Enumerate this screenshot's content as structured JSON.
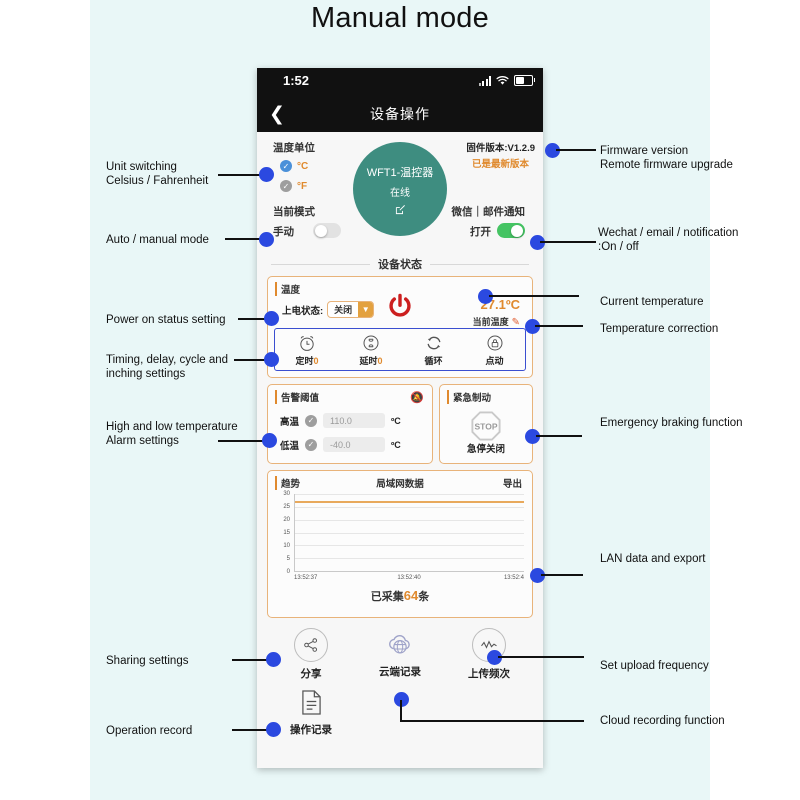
{
  "page": {
    "title": "Manual mode"
  },
  "phone": {
    "status_bar": {
      "time": "1:52",
      "signal_icon": "signal-bars-icon",
      "wifi_icon": "wifi-icon",
      "battery_icon": "battery-icon"
    },
    "nav": {
      "back_icon": "chevron-left-icon",
      "title": "设备操作"
    },
    "top": {
      "unit_label": "温度单位",
      "unit_options": [
        {
          "label": "°C",
          "selected": true
        },
        {
          "label": "°F",
          "selected": false
        }
      ],
      "mode_label": "当前模式",
      "mode_value": "手动",
      "mode_switch_state": "off",
      "firmware_label": "固件版本:V1.2.9",
      "firmware_status": "已是最新版本",
      "notify_label": "微信｜邮件通知",
      "notify_value": "打开",
      "notify_switch_state": "on",
      "device_name": "WFT1-温控器",
      "device_state": "在线",
      "device_edit_icon": "edit-square-icon"
    },
    "divider_label": "设备状态",
    "temperature_card": {
      "title": "温度",
      "power_state_label": "上电状态:",
      "power_state_value": "关闭",
      "power_icon": "power-button-icon",
      "current_temp": "27.1ºC",
      "current_temp_label": "当前温度",
      "correction_icon": "pencil-icon",
      "functions": [
        {
          "icon": "alarm-clock-icon",
          "label": "定时",
          "count": "0"
        },
        {
          "icon": "hourglass-icon",
          "label": "延时",
          "count": "0"
        },
        {
          "icon": "cycle-refresh-icon",
          "label": "循环",
          "count": ""
        },
        {
          "icon": "lock-icon",
          "label": "点动",
          "count": ""
        }
      ]
    },
    "alarm_card": {
      "title": "告警阈值",
      "mute_icon": "bell-muted-icon",
      "rows": [
        {
          "label": "高温",
          "checked": true,
          "value": "110.0",
          "unit": "ºC"
        },
        {
          "label": "低温",
          "checked": true,
          "value": "-40.0",
          "unit": "ºC"
        }
      ]
    },
    "brake_card": {
      "title": "紧急制动",
      "icon": "stop-sign-icon",
      "icon_text": "STOP",
      "label": "急停关闭"
    },
    "chart_card": {
      "title": "趋势",
      "center_label": "局域网数据",
      "export_label": "导出",
      "collected_prefix": "已采集",
      "collected_count": "64",
      "collected_suffix": "条"
    },
    "bottom_icons": [
      {
        "icon": "share-icon",
        "label": "分享"
      },
      {
        "icon": "cloud-globe-icon",
        "label": "云端记录"
      },
      {
        "icon": "waveform-icon",
        "label": "上传频次"
      },
      {
        "icon": "document-icon",
        "label": "操作记录"
      }
    ]
  },
  "chart_data": {
    "type": "line",
    "title": "局域网数据",
    "xlabel": "",
    "ylabel": "",
    "ylim": [
      0,
      30
    ],
    "yticks": [
      0,
      5,
      10,
      15,
      20,
      25,
      30
    ],
    "xticks": [
      "13:52:37",
      "13:52:40",
      "13:52:4"
    ],
    "grid": true,
    "legend": "none",
    "series": [
      {
        "name": "温度",
        "color": "#e8a95c",
        "x": [
          "13:52:37",
          "13:52:40",
          "13:52:4"
        ],
        "values": [
          27.1,
          27.1,
          27.1
        ]
      }
    ]
  },
  "annotations": {
    "left": [
      {
        "id": "unit-switching",
        "text": "Unit switching\nCelsius / Fahrenheit"
      },
      {
        "id": "auto-manual-mode",
        "text": "Auto / manual mode"
      },
      {
        "id": "power-on-status",
        "text": "Power on status setting"
      },
      {
        "id": "timing-delay",
        "text": "Timing, delay, cycle and\ninching settings"
      },
      {
        "id": "alarm-settings",
        "text": "High and low temperature\nAlarm settings"
      },
      {
        "id": "sharing-settings",
        "text": "Sharing settings"
      },
      {
        "id": "operation-record",
        "text": "Operation record"
      }
    ],
    "right": [
      {
        "id": "firmware",
        "text": "Firmware version\nRemote firmware upgrade"
      },
      {
        "id": "wechat",
        "text": "Wechat / email / notification\n:On / off"
      },
      {
        "id": "current-temperature",
        "text": "Current temperature"
      },
      {
        "id": "temperature-correction",
        "text": "Temperature correction"
      },
      {
        "id": "emergency-braking",
        "text": "Emergency braking function"
      },
      {
        "id": "lan-data-export",
        "text": "LAN data and export"
      },
      {
        "id": "upload-frequency",
        "text": "Set upload frequency"
      },
      {
        "id": "cloud-recording",
        "text": "Cloud recording function"
      }
    ]
  },
  "colors": {
    "accent_orange": "#e08a2e",
    "teal": "#3e8d80",
    "annotation_blue": "#2b49e0",
    "backdrop": "#e9f7f7",
    "power_red": "#cc1f1f",
    "switch_green": "#45c463"
  }
}
